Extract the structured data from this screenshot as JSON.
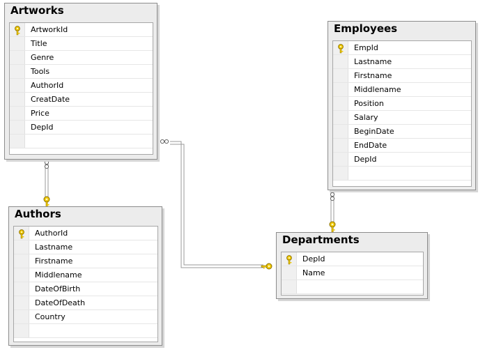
{
  "tables": {
    "artworks": {
      "title": "Artworks",
      "columns": [
        {
          "name": "ArtworkId",
          "primary_key": true
        },
        {
          "name": "Title",
          "primary_key": false
        },
        {
          "name": "Genre",
          "primary_key": false
        },
        {
          "name": "Tools",
          "primary_key": false
        },
        {
          "name": "AuthorId",
          "primary_key": false
        },
        {
          "name": "CreatDate",
          "primary_key": false
        },
        {
          "name": "Price",
          "primary_key": false
        },
        {
          "name": "DepId",
          "primary_key": false
        }
      ]
    },
    "employees": {
      "title": "Employees",
      "columns": [
        {
          "name": "EmpId",
          "primary_key": true
        },
        {
          "name": "Lastname",
          "primary_key": false
        },
        {
          "name": "Firstname",
          "primary_key": false
        },
        {
          "name": "Middlename",
          "primary_key": false
        },
        {
          "name": "Position",
          "primary_key": false
        },
        {
          "name": "Salary",
          "primary_key": false
        },
        {
          "name": "BeginDate",
          "primary_key": false
        },
        {
          "name": "EndDate",
          "primary_key": false
        },
        {
          "name": "DepId",
          "primary_key": false
        }
      ]
    },
    "authors": {
      "title": "Authors",
      "columns": [
        {
          "name": "AuthorId",
          "primary_key": true
        },
        {
          "name": "Lastname",
          "primary_key": false
        },
        {
          "name": "Firstname",
          "primary_key": false
        },
        {
          "name": "Middlename",
          "primary_key": false
        },
        {
          "name": "DateOfBirth",
          "primary_key": false
        },
        {
          "name": "DateOfDeath",
          "primary_key": false
        },
        {
          "name": "Country",
          "primary_key": false
        }
      ]
    },
    "departments": {
      "title": "Departments",
      "columns": [
        {
          "name": "DepId",
          "primary_key": true
        },
        {
          "name": "Name",
          "primary_key": false
        }
      ]
    }
  },
  "relationships": [
    {
      "from": "Artworks",
      "to": "Authors",
      "many_end": "Artworks",
      "one_end": "Authors"
    },
    {
      "from": "Artworks",
      "to": "Departments",
      "many_end": "Artworks",
      "one_end": "Departments"
    },
    {
      "from": "Employees",
      "to": "Departments",
      "many_end": "Employees",
      "one_end": "Departments"
    }
  ],
  "colors": {
    "table_bg": "#ececec",
    "table_border": "#8c8c8c",
    "connector": "#808080",
    "key_gold": "#e8c000"
  },
  "icons": {
    "primary_key": "key-icon",
    "many_end": "infinity-icon",
    "one_end": "key-icon"
  }
}
